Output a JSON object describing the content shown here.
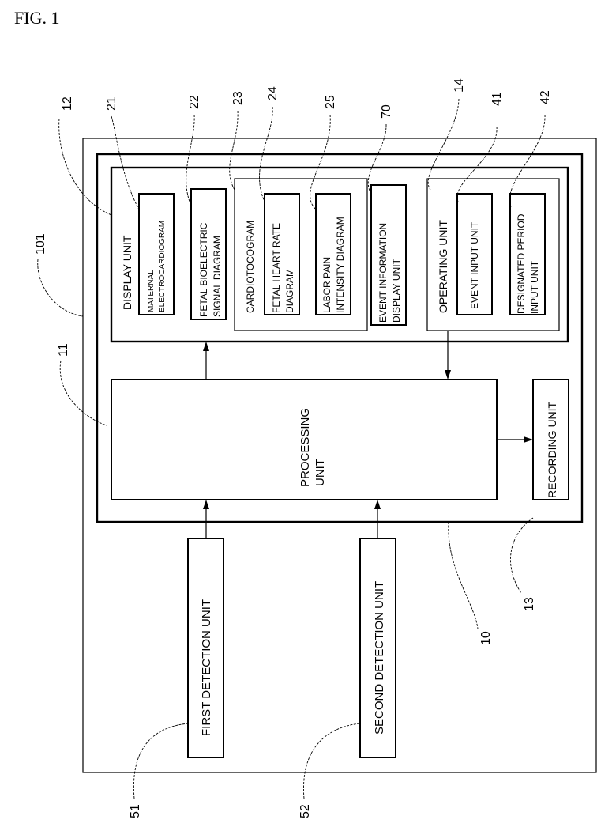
{
  "figure": {
    "title": "FIG. 1"
  },
  "blocks": {
    "device": {
      "ref": "101"
    },
    "main_unit": {
      "ref": "10"
    },
    "display_unit": {
      "ref": "12",
      "label": "DISPLAY UNIT",
      "maternal_ecg": {
        "ref": "21",
        "lines": [
          "MATERNAL",
          "ELECTROCARDIOGRAM"
        ]
      },
      "fetal_bioelectric": {
        "ref": "22",
        "lines": [
          "FETAL BIOELECTRIC",
          "SIGNAL DIAGRAM"
        ]
      },
      "cardiotocogram": {
        "ref": "23",
        "label": "CARDIOTOCOGRAM",
        "fetal_heart_rate": {
          "ref": "24",
          "lines": [
            "FETAL HEART RATE",
            "DIAGRAM"
          ]
        },
        "labor_pain": {
          "ref": "25",
          "lines": [
            "LABOR PAIN",
            "INTENSITY DIAGRAM"
          ]
        }
      },
      "event_info": {
        "ref": "70",
        "lines": [
          "EVENT INFORMATION",
          "DISPLAY UNIT"
        ]
      }
    },
    "operating_unit": {
      "ref": "14",
      "label": "OPERATING UNIT",
      "event_input": {
        "ref": "41",
        "lines": [
          "EVENT INPUT UNIT"
        ]
      },
      "designated_period": {
        "ref": "42",
        "lines": [
          "DESIGNATED PERIOD",
          "INPUT UNIT"
        ]
      }
    },
    "processing_unit": {
      "ref": "11",
      "lines": [
        "PROCESSING",
        "UNIT"
      ]
    },
    "recording_unit": {
      "ref": "13",
      "label": "RECORDING UNIT"
    },
    "first_detection": {
      "ref": "51",
      "label": "FIRST DETECTION UNIT"
    },
    "second_detection": {
      "ref": "52",
      "label": "SECOND DETECTION UNIT"
    }
  }
}
